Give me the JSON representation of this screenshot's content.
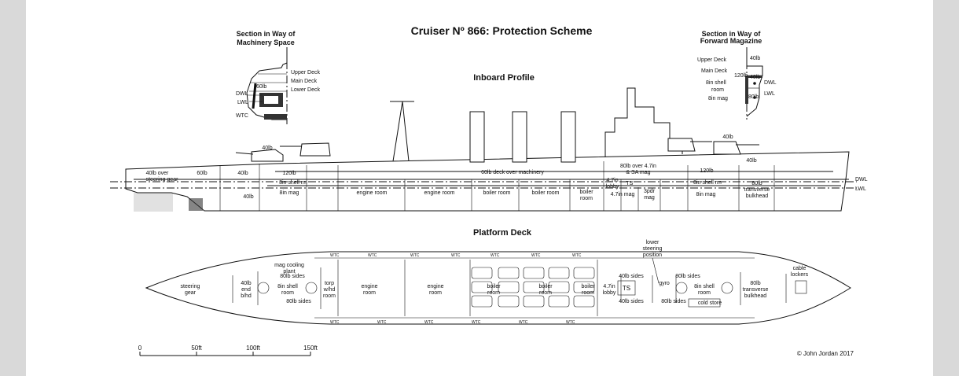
{
  "title": "Cruiser Nº 866: Protection Scheme",
  "section_machinery": {
    "title_l1": "Section in Way of",
    "title_l2": "Machinery Space",
    "labels": {
      "upper_deck": "Upper Deck",
      "main_deck": "Main Deck",
      "lower_deck": "Lower Deck",
      "armor": "60lb",
      "dwl": "DWL",
      "lwl": "LWL",
      "wtc": "WTC"
    }
  },
  "section_magazine": {
    "title_l1": "Section in Way of",
    "title_l2": "Forward Magazine",
    "labels": {
      "upper_deck": "Upper Deck",
      "main_deck": "Main Deck",
      "shell1": "8in shell",
      "shell2": "room",
      "mag": "8in mag",
      "a40": "40lb",
      "a120": "120lb",
      "a40b": "40lb",
      "a80": "80lb",
      "dwl": "DWL",
      "lwl": "LWL"
    }
  },
  "inboard": {
    "title": "Inboard Profile",
    "labels": {
      "steer1": "40lb over",
      "steer2": "steering gear",
      "a60": "60lb",
      "a40a": "40lb",
      "a40turret": "40lb",
      "a120": "120lb",
      "shell_rm": "8in shell rm",
      "mag": "8in mag",
      "a40low": "40lb",
      "engine1": "engine room",
      "engine2": "engine room",
      "boiler1": "boiler room",
      "boiler2": "boiler room",
      "boiler3a": "boiler",
      "boiler3b": "room",
      "deck60": "60lb deck over machinery",
      "over47a": "80lb over 4.7in",
      "over47b": "& SA mag",
      "lobby1": "4.7in",
      "lobby2": "lobby",
      "ts": "TS",
      "mag47": "4.7in mag",
      "pdr1": "3pdr",
      "pdr2": "mag",
      "a40fwd": "40lb",
      "a40fwd2": "40lb",
      "a120fwd": "120lb",
      "shell_fwd": "8in shell rm",
      "mag_fwd": "8in mag",
      "bh1": "80lb",
      "bh2": "transverse",
      "bh3": "bulkhead",
      "dwl": "DWL",
      "lwl": "LWL"
    }
  },
  "platform": {
    "title": "Platform Deck",
    "labels": {
      "steer1": "steering",
      "steer2": "gear",
      "end1": "40lb",
      "end2": "end",
      "end3": "b/hd",
      "cool1": "mag cooling",
      "cool2": "plant",
      "sides80a": "80lb sides",
      "shell1": "8in shell",
      "shell2": "room",
      "sides80b": "80lb sides",
      "torp1": "torp",
      "torp2": "w/hd",
      "torp3": "room",
      "eng1a": "engine",
      "eng1b": "room",
      "eng2a": "engine",
      "eng2b": "room",
      "boil1a": "boiler",
      "boil1b": "room",
      "boil2a": "boiler",
      "boil2b": "room",
      "boil3a": "boiler",
      "boil3b": "room",
      "lob1": "4.7in",
      "lob2": "lobby",
      "ts": "TS",
      "sides40a": "40lb sides",
      "sides40b": "40lb sides",
      "gyro": "gyro",
      "sides80c": "80lb sides",
      "sides80d": "80lb sides",
      "cold": "cold store",
      "fshell1": "8in shell",
      "fshell2": "room",
      "bh1": "80lb",
      "bh2": "transverse",
      "bh3": "bulkhead",
      "ls1": "lower",
      "ls2": "steering",
      "ls3": "position",
      "cab1": "cable",
      "cab2": "lockers",
      "wtc": "WTC"
    }
  },
  "scale": {
    "ticks": [
      "0",
      "50ft",
      "100ft",
      "150ft"
    ]
  },
  "copyright": "© John Jordan 2017"
}
